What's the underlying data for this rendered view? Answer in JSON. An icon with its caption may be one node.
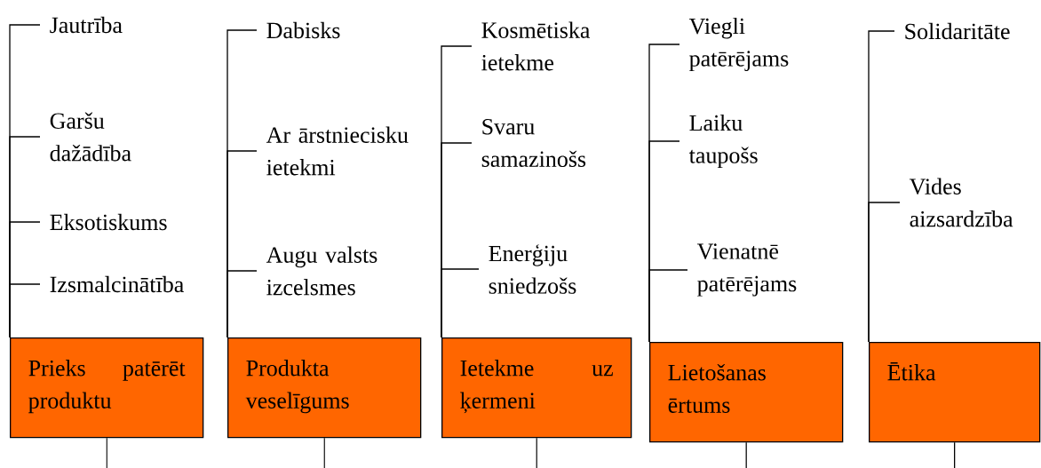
{
  "diagram": {
    "nodes": [
      {
        "text": [
          "Jautrība"
        ]
      },
      {
        "text": [
          "Garšu dažādība"
        ]
      },
      {
        "text": [
          "Eksotiskums"
        ]
      },
      {
        "text": [
          "Izsmalcinātība"
        ]
      },
      {
        "text": [
          "Prieks patērēt produktu"
        ]
      },
      {
        "text": [
          "Dabisks"
        ]
      },
      {
        "text": [
          "Ar ārstniecisku ietekmi"
        ]
      },
      {
        "text": [
          "Augu valsts izcelsmes"
        ]
      },
      {
        "text": [
          "Produkta veselīgums"
        ]
      },
      {
        "text": [
          "Kosmētiska ietekme"
        ]
      },
      {
        "text": [
          "Svaru samazinošs"
        ]
      },
      {
        "text": [
          "Enerģiju sniedzošs"
        ]
      },
      {
        "text": [
          "Ietekme uz ķermeni"
        ]
      },
      {
        "text": [
          "Viegli patērējams"
        ]
      },
      {
        "text": [
          "Laiku taupošs"
        ]
      },
      {
        "text": [
          "Vienatnē patērējams"
        ]
      },
      {
        "text": [
          "Lietošanas ērtums"
        ]
      },
      {
        "text": [
          "Solidaritāte"
        ]
      },
      {
        "text": [
          "Vides aizsardzība"
        ]
      },
      {
        "text": [
          "Ētika"
        ]
      }
    ],
    "edges": [
      {
        "from": 4,
        "to": 0,
        "arrow": "none"
      },
      {
        "from": 4,
        "to": 1,
        "arrow": "none"
      },
      {
        "from": 4,
        "to": 2,
        "arrow": "none"
      },
      {
        "from": 4,
        "to": 3,
        "arrow": "none"
      },
      {
        "from": 8,
        "to": 5,
        "arrow": "none"
      },
      {
        "from": 8,
        "to": 6,
        "arrow": "none"
      },
      {
        "from": 8,
        "to": 7,
        "arrow": "none"
      },
      {
        "from": 12,
        "to": 9,
        "arrow": "none"
      },
      {
        "from": 12,
        "to": 10,
        "arrow": "none"
      },
      {
        "from": 12,
        "to": 11,
        "arrow": "none"
      },
      {
        "from": 16,
        "to": 13,
        "arrow": "none"
      },
      {
        "from": 16,
        "to": 14,
        "arrow": "none"
      },
      {
        "from": 16,
        "to": 15,
        "arrow": "none"
      },
      {
        "from": 19,
        "to": 17,
        "arrow": "none"
      },
      {
        "from": 19,
        "to": 18,
        "arrow": "none"
      },
      {
        "from": 4,
        "to": null,
        "arrow": "none"
      },
      {
        "from": 8,
        "to": null,
        "arrow": "none"
      },
      {
        "from": 12,
        "to": null,
        "arrow": "none"
      },
      {
        "from": 16,
        "to": null,
        "arrow": "none"
      },
      {
        "from": 19,
        "to": null,
        "arrow": "none"
      }
    ]
  }
}
